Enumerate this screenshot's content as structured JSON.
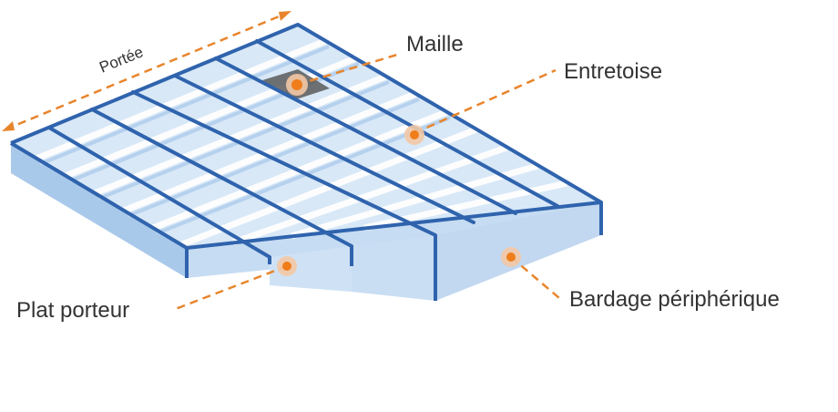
{
  "labels": {
    "span": "Portée",
    "mesh": "Maille",
    "crossbar": "Entretoise",
    "bearing_bar": "Plat porteur",
    "edge_banding": "Bardage périphérique"
  },
  "colors": {
    "frame": "#2f63ad",
    "fill_light": "#cfe2f5",
    "fill_mid": "#b3d0ee",
    "fill_dark": "#98bde4",
    "leader": "#e8852c",
    "hot": "#ef7d1a",
    "halo": "#f3c8a5",
    "mesh_highlight": "#5b5b5b",
    "text": "#333333"
  }
}
